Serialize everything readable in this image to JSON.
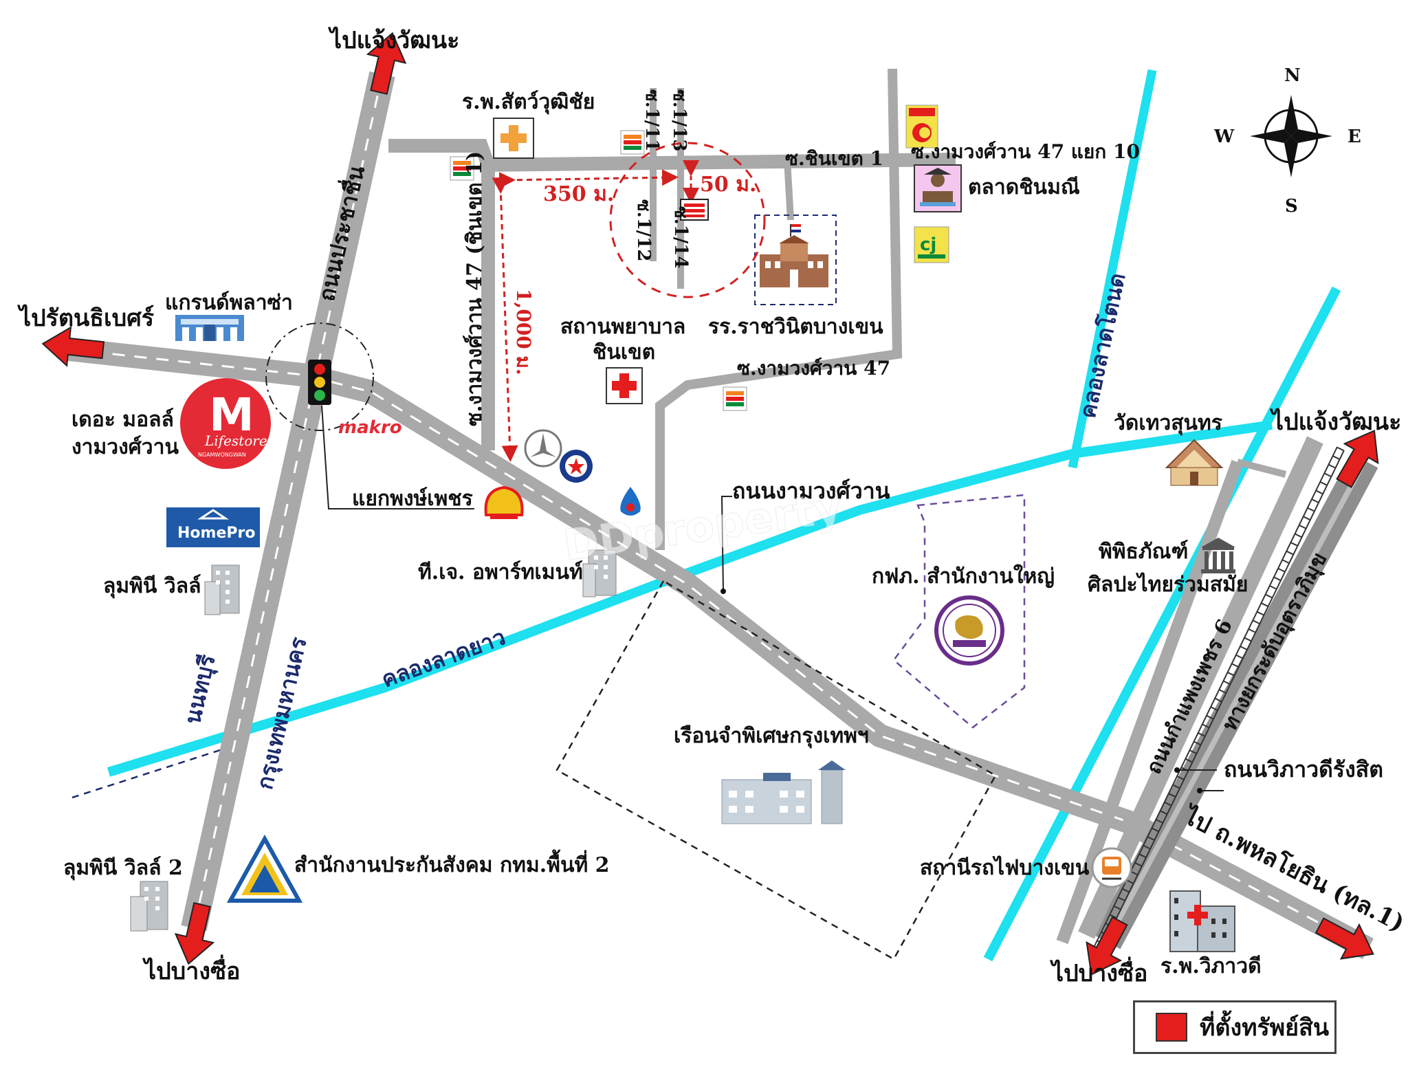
{
  "map": {
    "compass": {
      "n": "N",
      "s": "S",
      "e": "E",
      "w": "W"
    },
    "roads": {
      "pracha_chuen": "ถนนประชาชื่น",
      "krung_thep_nonthaburi": "กรุงเทพมหานคร",
      "nonthaburi": "นนทบุรี",
      "ngamwongwan": "ถนนงามวงศ์วาน",
      "kamphaeng_phet_6": "ถนนกำแพงเพชร 6",
      "vibhavadi": "ถนนวิภาวดีรังสิต",
      "elevated_rail": "ทางยกระดับอุตราภิมุข",
      "phahonyothin": "ไป ถ.พหลโยธิน (ทล.1)",
      "soi_chinkhet_1": "ซ.ชินเขต 1",
      "soi_ngam_47_10": "ซ.งามวงศ์วาน 47 แยก 10",
      "soi_ngam_47": "ซ.งามวงศ์วาน 47",
      "soi_ngam_47_chinkhet1": "ซ.งามวงศ์วาน 47 (ชินเขต 1)",
      "soi_1_11": "ซ.1/11",
      "soi_1_13": "ซ.1/13",
      "soi_1_12": "ซ.1/12",
      "soi_1_14": "ซ.1/14"
    },
    "canals": {
      "lat_yao": "คลองลาดยาว",
      "lat_tanot": "คลองลาดโตนด"
    },
    "directions": {
      "top_chaengwattana": "ไปแจ้งวัฒนะ",
      "right_chaengwattana": "ไปแจ้งวัฒนะ",
      "left_rattanathibet": "ไปรัตนธิเบศร์",
      "bottom_left_bangsue": "ไปบางซื่อ",
      "bottom_right_bangsue": "ไปบางซื่อ"
    },
    "distances": {
      "d350": "350 ม.",
      "d50": "50 ม.",
      "d1000": "1,000 ม."
    },
    "places": {
      "vet_hospital": "ร.พ.สัตว์วุฒิชัย",
      "chinmani_market": "ตลาดชินมณี",
      "school": "รร.ราชวินิตบางเขน",
      "chinkhet_hospital_1": "สถานพยาบาล",
      "chinkhet_hospital_2": "ชินเขต",
      "grand_plaza": "แกรนด์พลาซ่า",
      "the_mall_1": "เดอะ มอลล์",
      "the_mall_2": "งามวงศ์วาน",
      "mall_logo_m": "M",
      "mall_logo_script": "Lifestore",
      "mall_logo_small": "NGAMWONGWAN",
      "makro": "makro",
      "intersection": "แยกพงษ์เพชร",
      "homepro": "HomePro",
      "lumpini": "ลุมพินี วิลล์",
      "tj_apartment": "ที.เจ. อพาร์ทเมนท์",
      "egat_hq": "กฟภ. สำนักงานใหญ่",
      "wat_thewasunthon": "วัดเทวสุนทร",
      "museum_1": "พิพิธภัณฑ์",
      "museum_2": "ศิลปะไทยร่วมสมัย",
      "prison": "เรือนจำพิเศษกรุงเทพฯ",
      "lumpini_2": "ลุมพินี วิลล์ 2",
      "sso": "สำนักงานประกันสังคม กทม.พื้นที่ 2",
      "bang_khen_station": "สถานีรถไฟบางเขน",
      "vibhavadi_hospital": "ร.พ.วิภาวดี"
    },
    "watermark": "DDproperty"
  },
  "legend": {
    "label": "ที่ตั้งทรัพย์สิน",
    "color": "#e41d1d"
  },
  "colors": {
    "road": "#a9a9a9",
    "canal": "#1ee0ee",
    "arrow": "#e41d1d",
    "distance": "#d22020"
  }
}
